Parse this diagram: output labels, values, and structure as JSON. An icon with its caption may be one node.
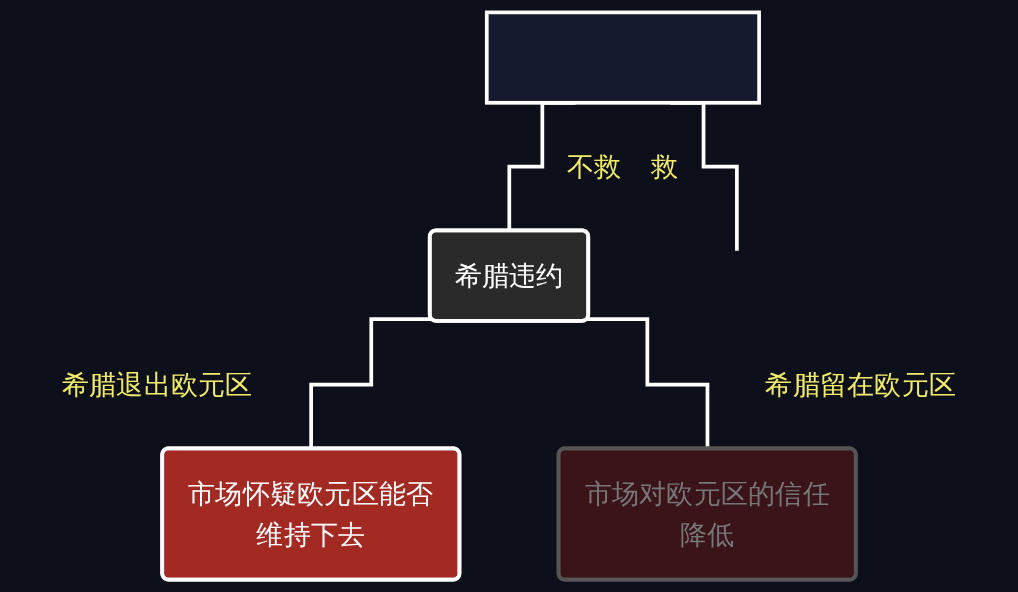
{
  "diagram": {
    "nodes": [
      {
        "text": [],
        "shape": "box"
      },
      {
        "text": [
          "希腊违约"
        ]
      },
      {
        "text": [
          "市场怀疑欧元区能否维持下去"
        ]
      },
      {
        "text": [
          "市场对欧元区的信任降低"
        ]
      }
    ],
    "edges": [
      {
        "from": 0,
        "to": null,
        "arrow": "none",
        "label": "救"
      },
      {
        "from": 0,
        "to": 1,
        "arrow": "none",
        "label": "不救"
      },
      {
        "from": 1,
        "to": 2,
        "arrow": "none",
        "label": "希腊退出欧元区"
      },
      {
        "from": 1,
        "to": 3,
        "arrow": "none",
        "label": "希腊留在欧元区"
      }
    ]
  }
}
